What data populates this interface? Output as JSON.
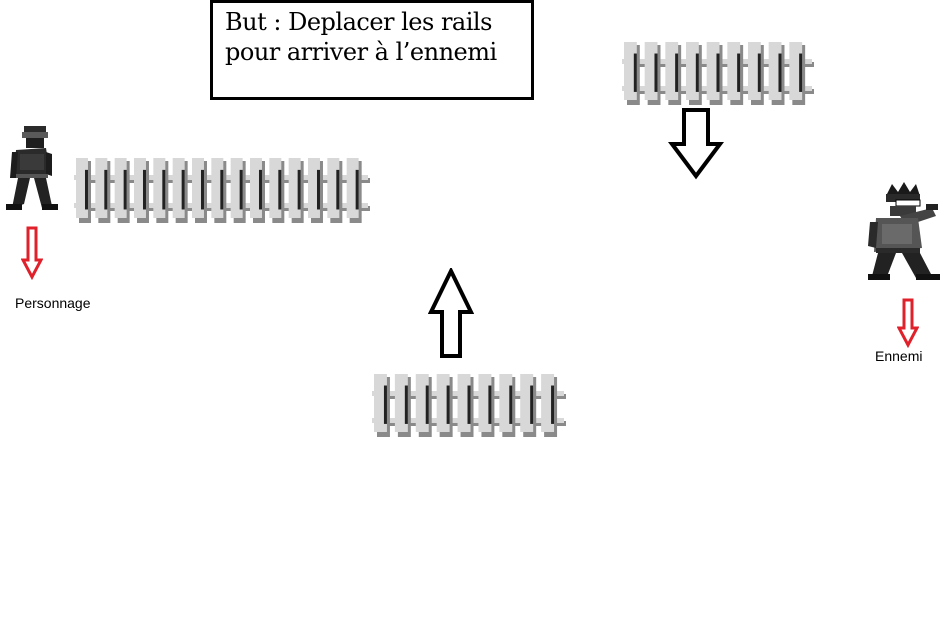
{
  "goal": {
    "text": "But : Deplacer les rails pour arriver à l’ennemi"
  },
  "player": {
    "label": "Personnage"
  },
  "enemy": {
    "label": "Ennemi"
  },
  "colors": {
    "rail_plank": "#d8d8d8",
    "rail_shadow": "#8a8a8a",
    "red_arrow": "#e0202a",
    "black_arrow": "#000000"
  },
  "icons": {
    "up_arrow": "up-arrow-icon",
    "down_arrow": "down-arrow-icon",
    "red_down_arrow": "red-down-arrow-icon"
  }
}
